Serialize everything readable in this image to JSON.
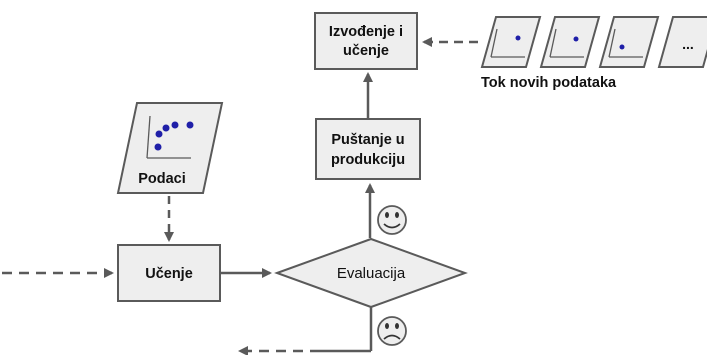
{
  "nodes": {
    "izvodjenje": {
      "line1": "Izvođenje i",
      "line2": "učenje"
    },
    "pustanje": {
      "line1": "Puštanje u",
      "line2": "produkciju"
    },
    "podaci": {
      "label": "Podaci"
    },
    "ucenje": {
      "label": "Učenje"
    },
    "evaluacija": {
      "label": "Evaluacija"
    }
  },
  "stream": {
    "label": "Tok novih podataka",
    "ellipsis": "..."
  },
  "icons": {
    "happy": "happy-face-icon",
    "sad": "sad-face-icon"
  },
  "colors": {
    "box_fill": "#eeeeee",
    "stroke": "#5a5a5a",
    "dot": "#1f1fa8",
    "text": "#111111"
  }
}
